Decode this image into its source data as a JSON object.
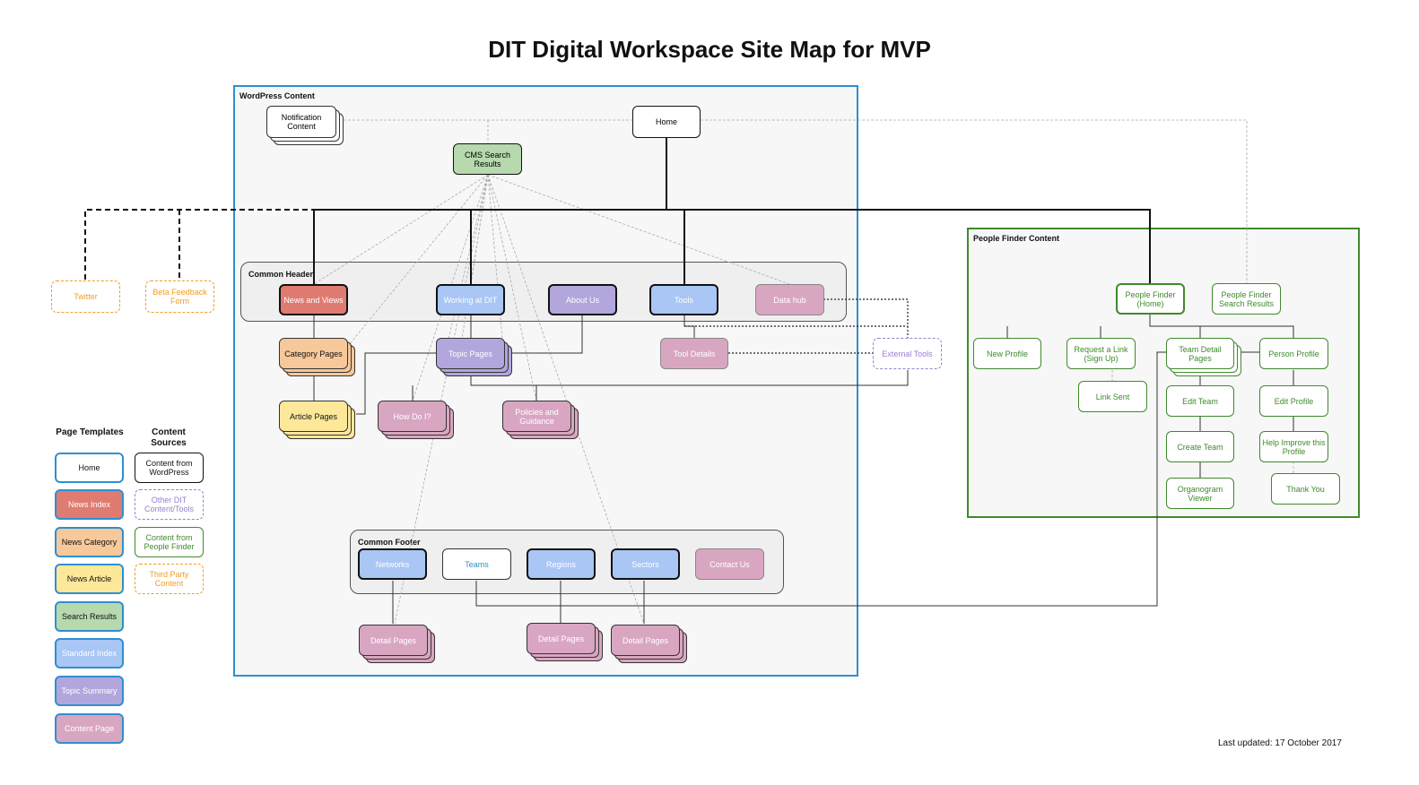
{
  "title": "DIT Digital Workspace Site Map for MVP",
  "last_updated": "Last updated: 17 October 2017",
  "groups": {
    "wordpress": "WordPress Content",
    "people_finder": "People Finder Content",
    "common_header": "Common Header",
    "common_footer": "Common Footer"
  },
  "colors": {
    "home": "#ffffff",
    "news_index": "#e07b72",
    "news_category": "#f7c89a",
    "news_article": "#fde89a",
    "search_results": "#b6d9ae",
    "standard_index": "#a9c6f5",
    "topic_summary": "#b3a6dc",
    "content_page": "#d9a6c2",
    "wordpress_border": "#2f8fd0",
    "people_finder_border": "#3f8a2c",
    "third_party": "#f29c1f",
    "other_dit": "#9b7fd0"
  },
  "nodes": {
    "notification": "Notification Content",
    "home": "Home",
    "cms_search": "CMS Search Results",
    "twitter": "Twitter",
    "beta_feedback": "Beta Feedback Form",
    "news_views": "News and Views",
    "working_dit": "Working at DIT",
    "about_us": "About Us",
    "tools": "Tools",
    "data_hub": "Data hub",
    "category_pages": "Category Pages",
    "topic_pages": "Topic Pages",
    "tool_details": "Tool Details",
    "external_tools": "External Tools",
    "article_pages": "Article Pages",
    "how_do_i": "How Do I?",
    "policies": "Policies and Guidance",
    "networks": "Networks",
    "teams": "Teams",
    "regions": "Regions",
    "sectors": "Sectors",
    "contact_us": "Contact Us",
    "detail_networks": "Detail Pages",
    "detail_regions": "Detail Pages",
    "detail_sectors": "Detail Pages",
    "pf_home": "People Finder (Home)",
    "pf_search": "People Finder Search Results",
    "new_profile": "New Profile",
    "request_link": "Request a Link (Sign Up)",
    "link_sent": "Link Sent",
    "team_detail": "Team Detail Pages",
    "person_profile": "Person Profile",
    "edit_team": "Edit Team",
    "edit_profile": "Edit  Profile",
    "create_team": "Create Team",
    "help_improve": "Help Improve this Profile",
    "organogram": "Organogram Viewer",
    "thank_you": "Thank You"
  },
  "legend": {
    "page_templates_heading": "Page Templates",
    "content_sources_heading": "Content Sources",
    "page_templates": [
      "Home",
      "News Index",
      "News Category",
      "News Article",
      "Search Results",
      "Standard Index",
      "Topic Summary",
      "Content Page"
    ],
    "content_sources": [
      "Content from WordPress",
      "Other DIT Content/Tools",
      "Content from People Finder",
      "Third Party Content"
    ]
  }
}
